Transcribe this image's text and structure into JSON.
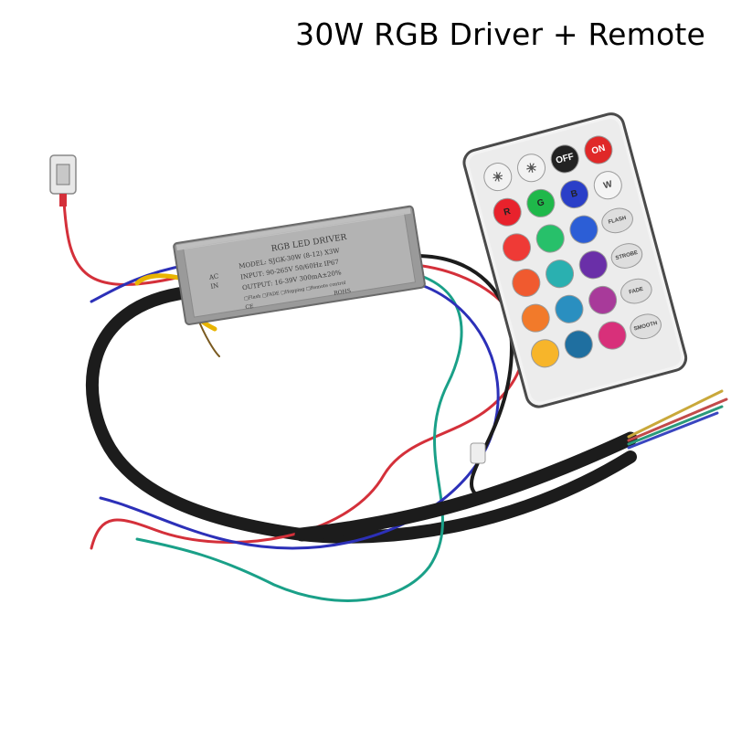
{
  "title": "30W RGB Driver + Remote",
  "driver": {
    "heading": "RGB LED DRIVER",
    "model": "MODEL: SJGK-30W (8-12) X3W",
    "input": "INPUT: 90-265V 50/60Hz IP67",
    "output": "OUTPUT: 16-39V 300mA±20%",
    "modes": "□Flash □FADE □Hopping □Remote control",
    "left_tags": [
      "AC",
      "IN"
    ],
    "rohs": "ROHS",
    "ce": "CE"
  },
  "remote": {
    "top_row": [
      {
        "label": "",
        "color": "#f2f2f2",
        "text_color": "#444",
        "icon": "brightness-up-icon"
      },
      {
        "label": "",
        "color": "#f2f2f2",
        "text_color": "#444",
        "icon": "brightness-down-icon"
      },
      {
        "label": "OFF",
        "color": "#222222",
        "text_color": "#ffffff"
      },
      {
        "label": "ON",
        "color": "#e02828",
        "text_color": "#ffffff"
      }
    ],
    "color_rows": [
      [
        {
          "label": "R",
          "color": "#e8222c"
        },
        {
          "label": "G",
          "color": "#1fb84a"
        },
        {
          "label": "B",
          "color": "#2a3fc8"
        },
        {
          "label": "W",
          "color": "#f4f4f4"
        }
      ],
      [
        {
          "label": "",
          "color": "#ef3a36"
        },
        {
          "label": "",
          "color": "#27c06a"
        },
        {
          "label": "",
          "color": "#2c5ed6"
        },
        {
          "label": "FLASH",
          "color": "#dedede"
        }
      ],
      [
        {
          "label": "",
          "color": "#f05a2f"
        },
        {
          "label": "",
          "color": "#2ab0b0"
        },
        {
          "label": "",
          "color": "#6a2fa8"
        },
        {
          "label": "STROBE",
          "color": "#dedede"
        }
      ],
      [
        {
          "label": "",
          "color": "#f27a2a"
        },
        {
          "label": "",
          "color": "#2a8fc0"
        },
        {
          "label": "",
          "color": "#a83a9a"
        },
        {
          "label": "FADE",
          "color": "#dedede"
        }
      ],
      [
        {
          "label": "",
          "color": "#f7b52a"
        },
        {
          "label": "",
          "color": "#1f6fa0"
        },
        {
          "label": "",
          "color": "#d8307a"
        },
        {
          "label": "SMOOTH",
          "color": "#dedede"
        }
      ]
    ]
  },
  "colors": {
    "wire_red": "#d4303a",
    "wire_green": "#1aa088",
    "wire_blue": "#2c30b8",
    "wire_yellow": "#e8b400",
    "cable_black": "#1c1c1c"
  }
}
